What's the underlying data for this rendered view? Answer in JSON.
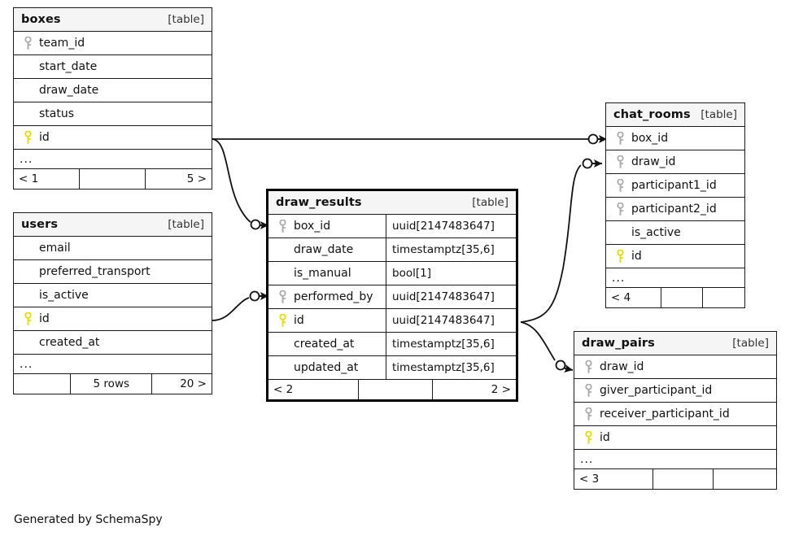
{
  "diagram": {
    "caption": "Generated by SchemaSpy",
    "table_tag": "[table]",
    "ellipsis": "...",
    "colors": {
      "primary_key": "#e8dc00",
      "foreign_key": "#aaaaaa",
      "header_bg": "#f5f5f5",
      "border": "#1a1a1a",
      "background": "#ffffff"
    }
  },
  "tables": {
    "boxes": {
      "name": "boxes",
      "tag": "[table]",
      "columns": [
        {
          "name": "team_id",
          "key": "foreign"
        },
        {
          "name": "start_date",
          "key": "none"
        },
        {
          "name": "draw_date",
          "key": "none"
        },
        {
          "name": "status",
          "key": "none"
        },
        {
          "name": "id",
          "key": "primary"
        }
      ],
      "more": "...",
      "footer": [
        "< 1",
        "",
        "5 >"
      ]
    },
    "users": {
      "name": "users",
      "tag": "[table]",
      "columns": [
        {
          "name": "email",
          "key": "none"
        },
        {
          "name": "preferred_transport",
          "key": "none"
        },
        {
          "name": "is_active",
          "key": "none"
        },
        {
          "name": "id",
          "key": "primary"
        },
        {
          "name": "created_at",
          "key": "none"
        }
      ],
      "more": "...",
      "footer": [
        "",
        "5 rows",
        "20 >"
      ]
    },
    "draw_results": {
      "name": "draw_results",
      "tag": "[table]",
      "focus": true,
      "columns": [
        {
          "name": "box_id",
          "key": "foreign",
          "type": "uuid[2147483647]"
        },
        {
          "name": "draw_date",
          "key": "none",
          "type": "timestamptz[35,6]"
        },
        {
          "name": "is_manual",
          "key": "none",
          "type": "bool[1]"
        },
        {
          "name": "performed_by",
          "key": "foreign",
          "type": "uuid[2147483647]"
        },
        {
          "name": "id",
          "key": "primary",
          "type": "uuid[2147483647]"
        },
        {
          "name": "created_at",
          "key": "none",
          "type": "timestamptz[35,6]"
        },
        {
          "name": "updated_at",
          "key": "none",
          "type": "timestamptz[35,6]"
        }
      ],
      "footer": [
        "< 2",
        "",
        "2 >"
      ]
    },
    "chat_rooms": {
      "name": "chat_rooms",
      "tag": "[table]",
      "columns": [
        {
          "name": "box_id",
          "key": "foreign"
        },
        {
          "name": "draw_id",
          "key": "foreign"
        },
        {
          "name": "participant1_id",
          "key": "foreign"
        },
        {
          "name": "participant2_id",
          "key": "foreign"
        },
        {
          "name": "is_active",
          "key": "none"
        },
        {
          "name": "id",
          "key": "primary"
        }
      ],
      "more": "...",
      "footer": [
        "< 4",
        "",
        ""
      ]
    },
    "draw_pairs": {
      "name": "draw_pairs",
      "tag": "[table]",
      "columns": [
        {
          "name": "draw_id",
          "key": "foreign"
        },
        {
          "name": "giver_participant_id",
          "key": "foreign"
        },
        {
          "name": "receiver_participant_id",
          "key": "foreign"
        },
        {
          "name": "id",
          "key": "primary"
        }
      ],
      "more": "...",
      "footer": [
        "< 3",
        "",
        ""
      ]
    }
  },
  "relationships": [
    {
      "from": "boxes.id",
      "to": "draw_results.box_id"
    },
    {
      "from": "boxes.id",
      "to": "chat_rooms.box_id"
    },
    {
      "from": "users.id",
      "to": "draw_results.performed_by"
    },
    {
      "from": "draw_results.id",
      "to": "chat_rooms.draw_id"
    },
    {
      "from": "draw_results.id",
      "to": "draw_pairs.draw_id"
    }
  ]
}
